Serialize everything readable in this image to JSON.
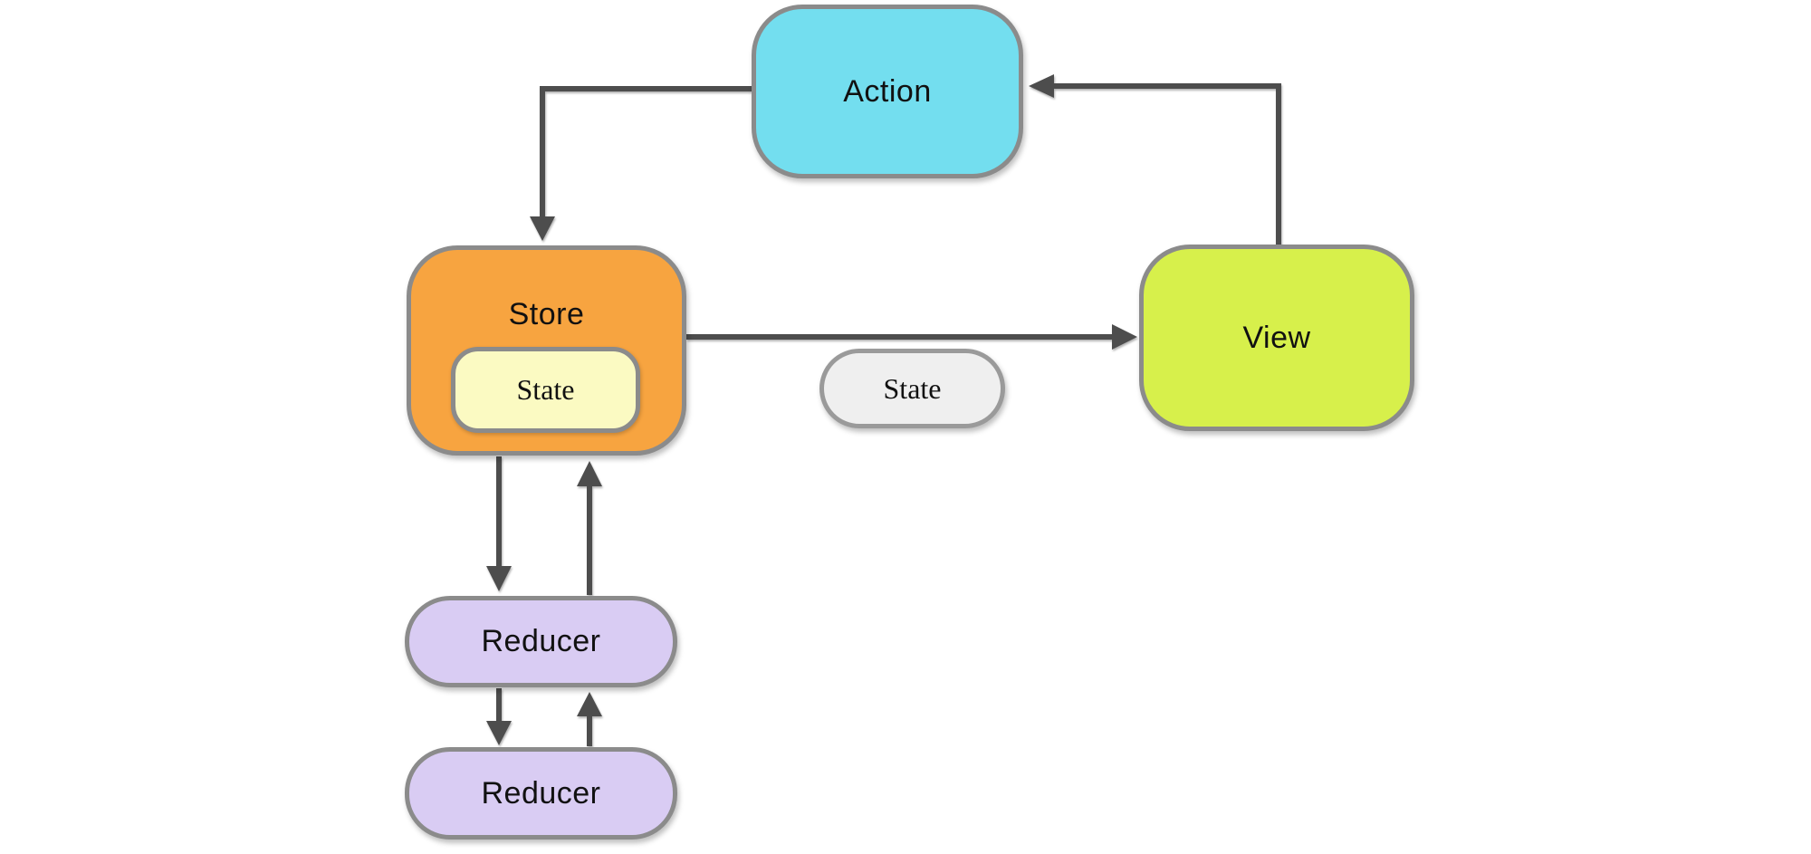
{
  "diagram": {
    "type": "flow-diagram",
    "topic": "Redux unidirectional data flow",
    "nodes": {
      "action": {
        "label": "Action",
        "fill": "#73deef"
      },
      "store": {
        "label": "Store",
        "fill": "#f7a440"
      },
      "store_state": {
        "label": "State",
        "fill": "#fbfac2"
      },
      "state_mid": {
        "label": "State",
        "fill": "#efefef"
      },
      "view": {
        "label": "View",
        "fill": "#d7f04b"
      },
      "reducer_1": {
        "label": "Reducer",
        "fill": "#d9ccf3"
      },
      "reducer_2": {
        "label": "Reducer",
        "fill": "#d9ccf3"
      }
    },
    "colors": {
      "border": "#8b8b8b",
      "arrow": "#4d4d4d",
      "text": "#111111",
      "background": "#ffffff"
    },
    "edges": [
      {
        "from": "view",
        "to": "action",
        "style": "elbow-up-left"
      },
      {
        "from": "action",
        "to": "store",
        "style": "elbow-left-down"
      },
      {
        "from": "store",
        "to": "view",
        "style": "straight-right",
        "passes": "state_mid"
      },
      {
        "from": "store",
        "to": "reducer_1",
        "style": "straight-down"
      },
      {
        "from": "reducer_1",
        "to": "store",
        "style": "straight-up"
      },
      {
        "from": "reducer_1",
        "to": "reducer_2",
        "style": "straight-down"
      },
      {
        "from": "reducer_2",
        "to": "reducer_1",
        "style": "straight-up"
      }
    ]
  }
}
